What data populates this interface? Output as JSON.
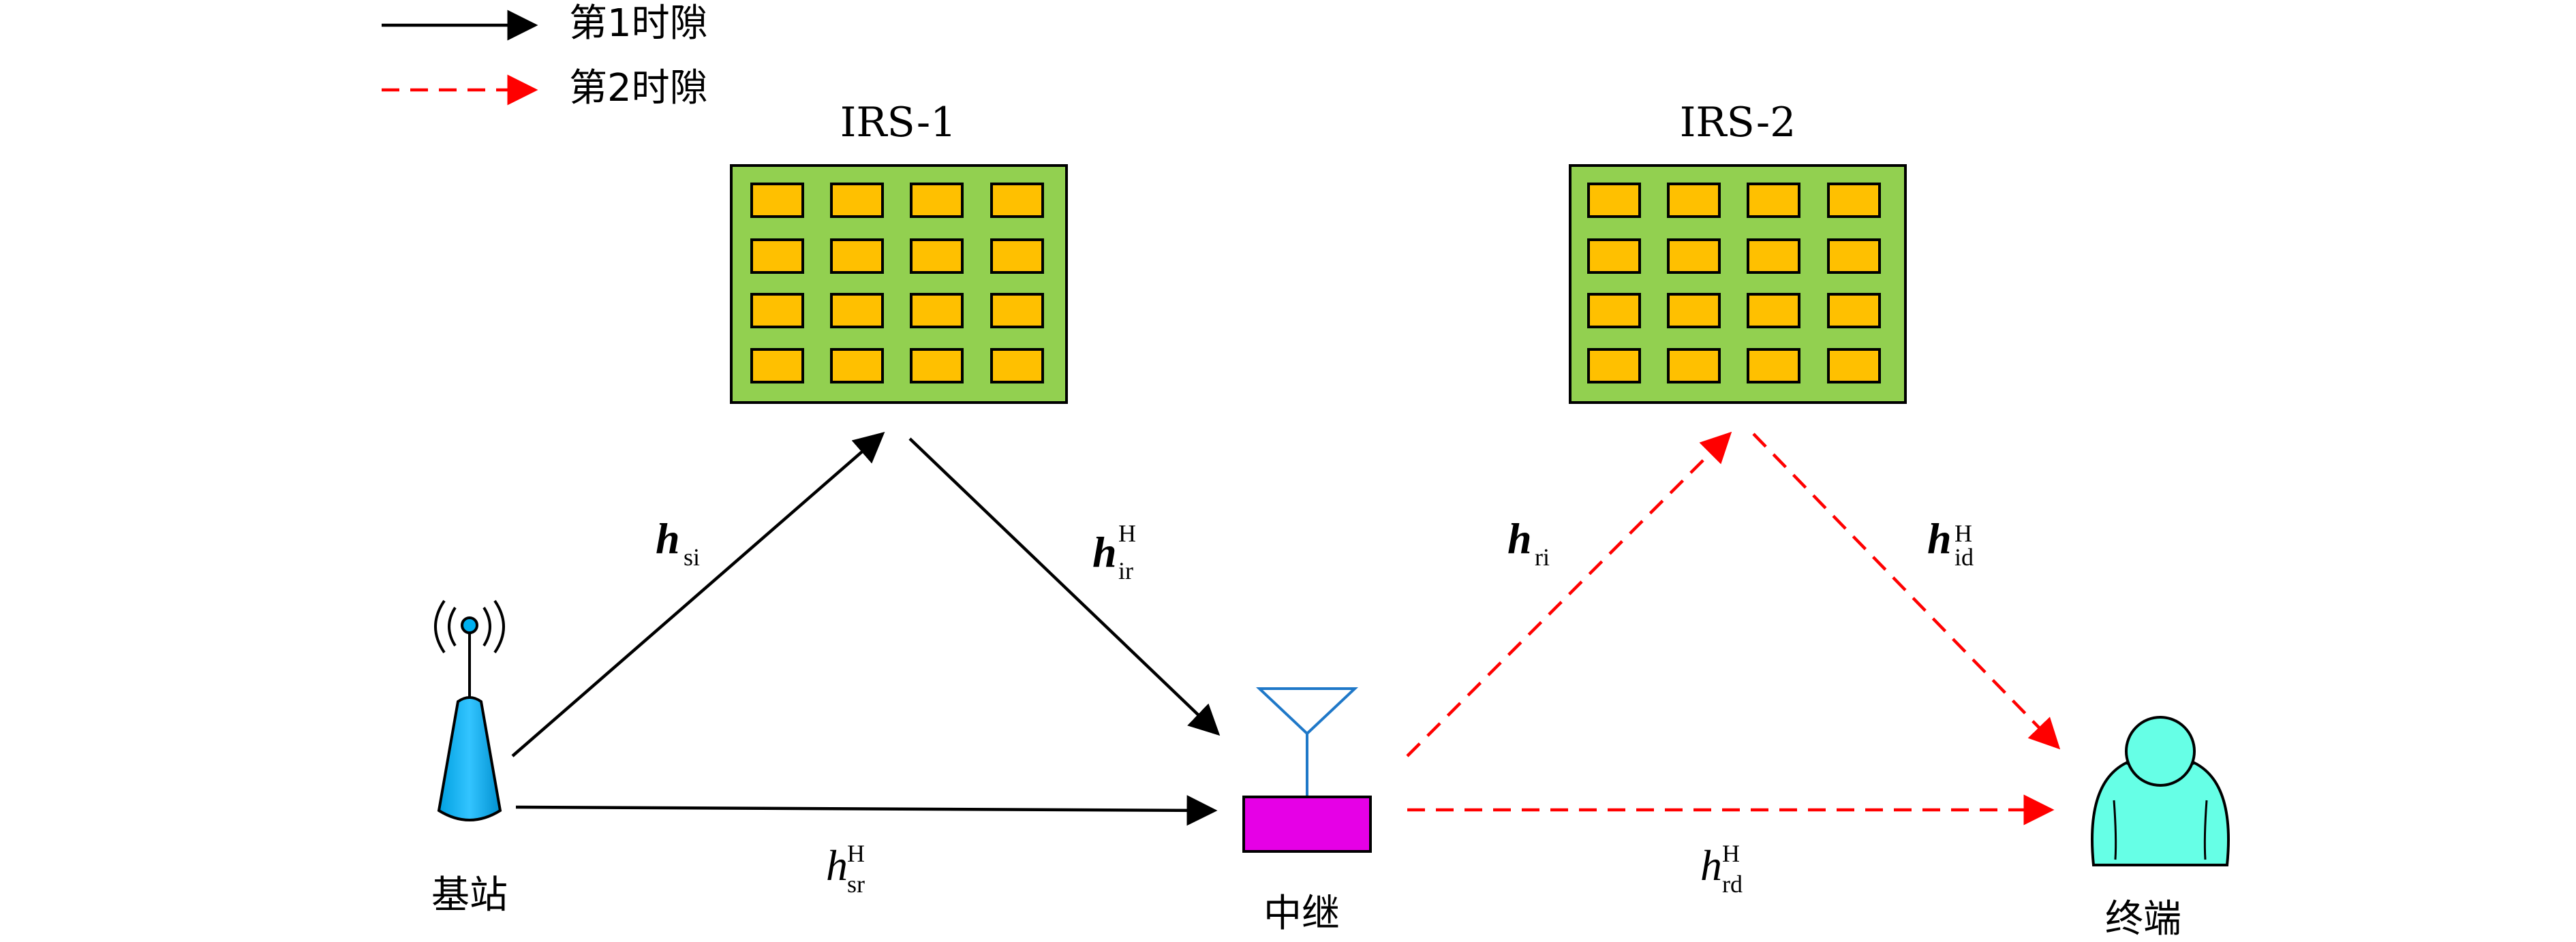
{
  "legend": {
    "slot1": "第1时隙",
    "slot2": "第2时隙"
  },
  "irs1": {
    "label": "IRS-1"
  },
  "irs2": {
    "label": "IRS-2"
  },
  "nodes": {
    "base_station": "基站",
    "relay": "中继",
    "terminal": "终端"
  },
  "channels": {
    "h_si": {
      "base": "h",
      "sub": "si",
      "sup": ""
    },
    "h_ir": {
      "base": "h",
      "sub": "ir",
      "sup": "H"
    },
    "h_sr": {
      "base": "h",
      "sub": "sr",
      "sup": "H"
    },
    "h_ri": {
      "base": "h",
      "sub": "ri",
      "sup": ""
    },
    "h_id": {
      "base": "h",
      "sub": "id",
      "sup": "H"
    },
    "h_rd": {
      "base": "h",
      "sub": "rd",
      "sup": "H"
    }
  },
  "colors": {
    "slot1_arrow": "#000000",
    "slot2_arrow": "#ff0000",
    "irs_panel": "#92d050",
    "irs_element": "#ffc000",
    "base_station": "#00b0f0",
    "relay": "#e600e6",
    "terminal": "#66ffe6"
  }
}
